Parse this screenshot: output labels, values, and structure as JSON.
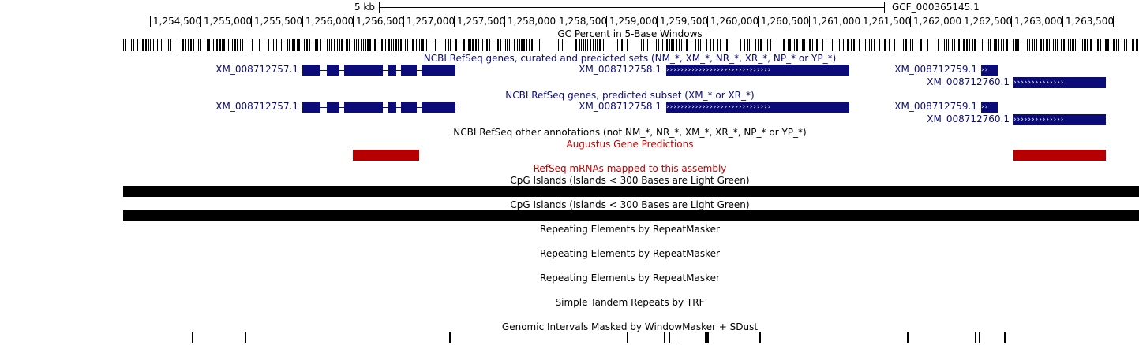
{
  "scale_bar": {
    "label": "5 kb",
    "assembly": "GCF_000365145.1"
  },
  "ruler": {
    "ticks": [
      "1,254,500",
      "1,255,000",
      "1,255,500",
      "1,256,000",
      "1,256,500",
      "1,257,000",
      "1,257,500",
      "1,258,000",
      "1,258,500",
      "1,259,000",
      "1,259,500",
      "1,260,000",
      "1,260,500",
      "1,261,000",
      "1,261,500",
      "1,262,000",
      "1,262,500",
      "1,263,000",
      "1,263,500"
    ]
  },
  "colors": {
    "gene": "#0c0c78",
    "augustus": "#b40000",
    "black": "#000000"
  },
  "tracks": {
    "gc_percent": {
      "title": "GC Percent in 5-Base Windows"
    },
    "refseq_curated": {
      "title": "NCBI RefSeq genes, curated and predicted sets (NM_*, XM_*, NR_*, XR_*, NP_* or YP_*)",
      "genes": [
        "XM_008712757.1",
        "XM_008712758.1",
        "XM_008712759.1",
        "XM_008712760.1"
      ]
    },
    "refseq_predicted": {
      "title": "NCBI RefSeq genes, predicted subset (XM_* or XR_*)",
      "genes": [
        "XM_008712757.1",
        "XM_008712758.1",
        "XM_008712759.1",
        "XM_008712760.1"
      ]
    },
    "refseq_other": {
      "title": "NCBI RefSeq other annotations (not NM_*, NR_*, XM_*, XR_*, NP_* or YP_*)"
    },
    "augustus": {
      "title": "Augustus Gene Predictions"
    },
    "refseq_mrna": {
      "title": "RefSeq mRNAs mapped to this assembly"
    },
    "cpg_1": {
      "title": "CpG Islands (Islands < 300 Bases are Light Green)"
    },
    "cpg_2": {
      "title": "CpG Islands (Islands < 300 Bases are Light Green)"
    },
    "repeatmasker_1": {
      "title": "Repeating Elements by RepeatMasker"
    },
    "repeatmasker_2": {
      "title": "Repeating Elements by RepeatMasker"
    },
    "repeatmasker_3": {
      "title": "Repeating Elements by RepeatMasker"
    },
    "trf": {
      "title": "Simple Tandem Repeats by TRF"
    },
    "windowmasker": {
      "title": "Genomic Intervals Masked by WindowMasker + SDust"
    }
  }
}
